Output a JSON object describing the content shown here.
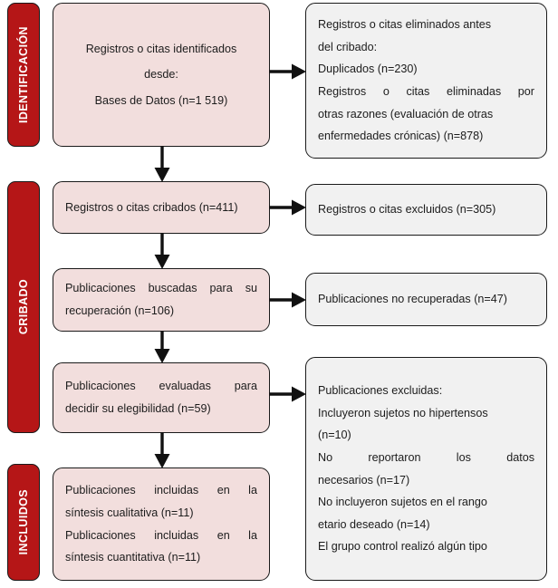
{
  "diagram": {
    "title": "Diagrama de flujo PRISMA",
    "colors": {
      "stage_bar": "#b51617",
      "stage_text": "#ffffff",
      "included_box": "#f2dedd",
      "excluded_box": "#f1f1f1",
      "border": "#1a1a1a",
      "arrow": "#111111"
    }
  },
  "stages": [
    {
      "id": "identificacion",
      "label": "IDENTIFICACIÓN"
    },
    {
      "id": "cribado",
      "label": "CRIBADO"
    },
    {
      "id": "incluidos",
      "label": "INCLUIDOS"
    }
  ],
  "flow_boxes": [
    {
      "id": "identificados",
      "lines": [
        "Registros o citas identificados",
        "desde:",
        "Bases de Datos (n=1 519)"
      ]
    },
    {
      "id": "cribados",
      "lines": [
        "Registros o citas cribados (n=411)"
      ]
    },
    {
      "id": "buscadas",
      "lines": [
        "Publicaciones buscadas para su",
        "recuperación (n=106)"
      ]
    },
    {
      "id": "evaluadas",
      "lines": [
        "Publicaciones evaluadas para",
        "decidir su elegibilidad (n=59)"
      ]
    },
    {
      "id": "incluidas",
      "lines": [
        "Publicaciones incluidas en la",
        "síntesis cualitativa (n=11)",
        "Publicaciones incluidas en la",
        "síntesis cuantitativa (n=11)"
      ]
    }
  ],
  "exclusion_boxes": [
    {
      "id": "eliminados-antes",
      "lines": [
        "Registros o citas eliminados antes",
        "del cribado:",
        "Duplicados (n=230)",
        "Registros o citas eliminadas por",
        "otras razones (evaluación de otras",
        "enfermedades crónicas) (n=878)"
      ]
    },
    {
      "id": "excluidos",
      "lines": [
        "Registros o citas excluidos (n=305)"
      ]
    },
    {
      "id": "no-recuperadas",
      "lines": [
        "Publicaciones no recuperadas (n=47)"
      ]
    },
    {
      "id": "publicaciones-excluidas",
      "lines": [
        "Publicaciones excluidas:",
        "Incluyeron sujetos no hipertensos",
        "(n=10)",
        "No reportaron los datos",
        "necesarios (n=17)",
        "No incluyeron sujetos en el rango",
        "etario deseado (n=14)",
        "El grupo control realizó algún tipo"
      ]
    }
  ]
}
